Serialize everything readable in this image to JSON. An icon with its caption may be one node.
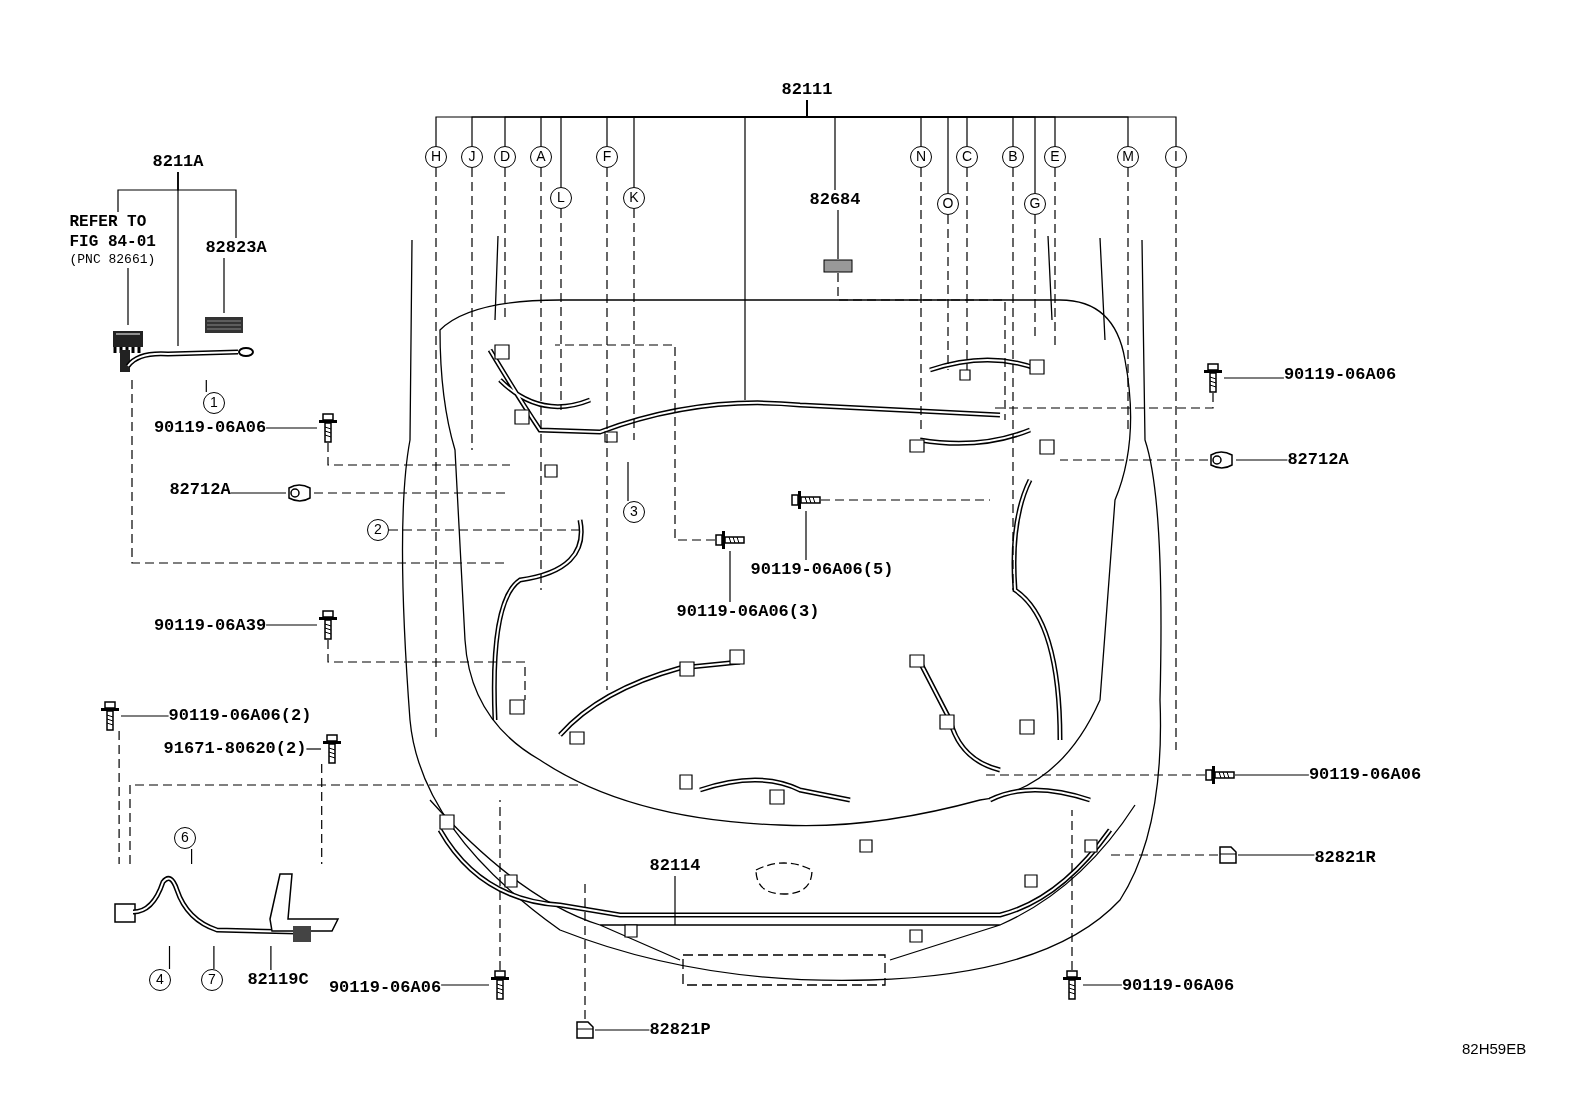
{
  "diagram": {
    "nodes": [
      {
        "text": [
          "82111"
        ]
      },
      {
        "text": [
          "H"
        ]
      },
      {
        "text": [
          "J"
        ]
      },
      {
        "text": [
          "D"
        ]
      },
      {
        "text": [
          "A"
        ]
      },
      {
        "text": [
          "L"
        ]
      },
      {
        "text": [
          "F"
        ]
      },
      {
        "text": [
          "K"
        ]
      },
      {
        "text": [
          "N"
        ]
      },
      {
        "text": [
          "O"
        ]
      },
      {
        "text": [
          "C"
        ]
      },
      {
        "text": [
          "B"
        ]
      },
      {
        "text": [
          "G"
        ]
      },
      {
        "text": [
          "E"
        ]
      },
      {
        "text": [
          "M"
        ]
      },
      {
        "text": [
          "I"
        ]
      },
      {
        "text": [
          "8211A"
        ]
      },
      {
        "text": [
          "REFER TO FIG 84-01",
          "(PNC 82661)"
        ]
      },
      {
        "text": [
          "82823A"
        ]
      },
      {
        "text": [],
        "shape": "picture"
      },
      {
        "text": [],
        "shape": "picture"
      },
      {
        "text": [],
        "shape": "picture"
      },
      {
        "text": [
          "1"
        ]
      },
      {
        "text": [
          "90119-06A06"
        ]
      },
      {
        "text": [],
        "shape": "picture"
      },
      {
        "text": [
          "82712A"
        ]
      },
      {
        "text": [],
        "shape": "picture"
      },
      {
        "text": [
          "2"
        ]
      },
      {
        "text": [
          "3"
        ]
      },
      {
        "text": [
          "90119-06A39"
        ]
      },
      {
        "text": [],
        "shape": "picture"
      },
      {
        "text": [
          "90119-06A06(2)"
        ]
      },
      {
        "text": [],
        "shape": "picture"
      },
      {
        "text": [
          "91671-80620(2)"
        ]
      },
      {
        "text": [],
        "shape": "picture"
      },
      {
        "text": [],
        "shape": "picture"
      },
      {
        "text": [
          "6"
        ]
      },
      {
        "text": [
          "4"
        ]
      },
      {
        "text": [
          "7"
        ]
      },
      {
        "text": [
          "82119C"
        ]
      },
      {
        "text": [],
        "shape": "picture"
      },
      {
        "text": [
          "90119-06A06(3)"
        ]
      },
      {
        "text": [],
        "shape": "picture"
      },
      {
        "text": [
          "90119-06A06(5)"
        ]
      },
      {
        "text": [
          "82114"
        ]
      },
      {
        "text": [],
        "shape": "picture"
      },
      {
        "text": [
          "90119-06A06"
        ]
      },
      {
        "text": [],
        "shape": "picture"
      },
      {
        "text": [
          "82712A"
        ]
      },
      {
        "text": [],
        "shape": "picture"
      },
      {
        "text": [
          "90119-06A06"
        ]
      },
      {
        "text": [],
        "shape": "picture"
      },
      {
        "text": [
          "82821R"
        ]
      },
      {
        "text": [
          "90119-06A06"
        ]
      },
      {
        "text": [],
        "shape": "picture"
      },
      {
        "text": [],
        "shape": "picture"
      },
      {
        "text": [
          "90119-06A06"
        ]
      },
      {
        "text": [],
        "shape": "picture"
      },
      {
        "text": [
          "82821P"
        ]
      },
      {
        "text": [
          "82684"
        ]
      },
      {
        "text": [],
        "shape": "box"
      }
    ],
    "edges": [
      {
        "from": 0,
        "to": 1,
        "arrow": "none"
      },
      {
        "from": 0,
        "to": 2,
        "arrow": "none"
      },
      {
        "from": 0,
        "to": 3,
        "arrow": "none"
      },
      {
        "from": 0,
        "to": 4,
        "arrow": "none"
      },
      {
        "from": 0,
        "to": 5,
        "arrow": "none"
      },
      {
        "from": 0,
        "to": 6,
        "arrow": "none"
      },
      {
        "from": 0,
        "to": 7,
        "arrow": "none"
      },
      {
        "from": 0,
        "to": 8,
        "arrow": "none"
      },
      {
        "from": 0,
        "to": 9,
        "arrow": "none"
      },
      {
        "from": 0,
        "to": 10,
        "arrow": "none"
      },
      {
        "from": 0,
        "to": 11,
        "arrow": "none"
      },
      {
        "from": 0,
        "to": 12,
        "arrow": "none"
      },
      {
        "from": 0,
        "to": 13,
        "arrow": "none"
      },
      {
        "from": 0,
        "to": 14,
        "arrow": "none"
      },
      {
        "from": 0,
        "to": 15,
        "arrow": "none"
      },
      {
        "from": 1,
        "to": null,
        "arrow": "none",
        "style": "dashed"
      },
      {
        "from": 2,
        "to": null,
        "arrow": "none",
        "style": "dashed"
      },
      {
        "from": 3,
        "to": null,
        "arrow": "none",
        "style": "dashed"
      },
      {
        "from": 4,
        "to": null,
        "arrow": "none",
        "style": "dashed"
      },
      {
        "from": 5,
        "to": null,
        "arrow": "none",
        "style": "dashed"
      },
      {
        "from": 6,
        "to": null,
        "arrow": "none",
        "style": "dashed"
      },
      {
        "from": 7,
        "to": null,
        "arrow": "none",
        "style": "dashed"
      },
      {
        "from": 8,
        "to": null,
        "arrow": "none",
        "style": "dashed"
      },
      {
        "from": 9,
        "to": null,
        "arrow": "none",
        "style": "dashed"
      },
      {
        "from": 10,
        "to": null,
        "arrow": "none",
        "style": "dashed"
      },
      {
        "from": 11,
        "to": null,
        "arrow": "none",
        "style": "dashed"
      },
      {
        "from": 12,
        "to": null,
        "arrow": "none",
        "style": "dashed"
      },
      {
        "from": 13,
        "to": null,
        "arrow": "none",
        "style": "dashed"
      },
      {
        "from": 14,
        "to": null,
        "arrow": "none",
        "style": "dashed"
      },
      {
        "from": 15,
        "to": null,
        "arrow": "none",
        "style": "dashed"
      },
      {
        "from": 0,
        "to": null,
        "arrow": "none"
      },
      {
        "from": 0,
        "to": 59,
        "arrow": "none"
      },
      {
        "from": 59,
        "to": 60,
        "arrow": "none"
      },
      {
        "from": 60,
        "to": null,
        "arrow": "none",
        "style": "dashed"
      },
      {
        "from": 16,
        "to": 17,
        "arrow": "none"
      },
      {
        "from": 16,
        "to": 20,
        "arrow": "none"
      },
      {
        "from": 16,
        "to": 18,
        "arrow": "none"
      },
      {
        "from": 17,
        "to": 19,
        "arrow": "none"
      },
      {
        "from": 18,
        "to": 21,
        "arrow": "none"
      },
      {
        "from": 22,
        "to": 20,
        "arrow": "none"
      },
      {
        "from": 20,
        "to": null,
        "arrow": "none",
        "style": "dashed"
      },
      {
        "from": 23,
        "to": 24,
        "arrow": "none"
      },
      {
        "from": 24,
        "to": null,
        "arrow": "none",
        "style": "dashed"
      },
      {
        "from": 25,
        "to": 26,
        "arrow": "none"
      },
      {
        "from": 26,
        "to": null,
        "arrow": "none",
        "style": "dashed"
      },
      {
        "from": 27,
        "to": null,
        "arrow": "none",
        "style": "dashed"
      },
      {
        "from": 28,
        "to": null,
        "arrow": "none"
      },
      {
        "from": 29,
        "to": 30,
        "arrow": "none"
      },
      {
        "from": 30,
        "to": null,
        "arrow": "none",
        "style": "dashed"
      },
      {
        "from": 31,
        "to": 32,
        "arrow": "none"
      },
      {
        "from": 32,
        "to": 35,
        "arrow": "none",
        "style": "dashed"
      },
      {
        "from": 33,
        "to": 34,
        "arrow": "none"
      },
      {
        "from": 34,
        "to": 35,
        "arrow": "none",
        "style": "dashed"
      },
      {
        "from": 35,
        "to": null,
        "arrow": "none",
        "style": "dashed"
      },
      {
        "from": 36,
        "to": 35,
        "arrow": "none"
      },
      {
        "from": 37,
        "to": 35,
        "arrow": "none"
      },
      {
        "from": 38,
        "to": 35,
        "arrow": "none"
      },
      {
        "from": 39,
        "to": 35,
        "arrow": "none"
      },
      {
        "from": 41,
        "to": 40,
        "arrow": "none"
      },
      {
        "from": 40,
        "to": null,
        "arrow": "none",
        "style": "dashed"
      },
      {
        "from": 43,
        "to": 42,
        "arrow": "none"
      },
      {
        "from": 42,
        "to": null,
        "arrow": "none",
        "style": "dashed"
      },
      {
        "from": 44,
        "to": null,
        "arrow": "none"
      },
      {
        "from": 46,
        "to": 45,
        "arrow": "none"
      },
      {
        "from": 45,
        "to": null,
        "arrow": "none",
        "style": "dashed"
      },
      {
        "from": 48,
        "to": 47,
        "arrow": "none"
      },
      {
        "from": 47,
        "to": null,
        "arrow": "none",
        "style": "dashed"
      },
      {
        "from": 50,
        "to": 49,
        "arrow": "none"
      },
      {
        "from": 49,
        "to": null,
        "arrow": "none",
        "style": "dashed"
      },
      {
        "from": 52,
        "to": 51,
        "arrow": "none"
      },
      {
        "from": 51,
        "to": null,
        "arrow": "none",
        "style": "dashed"
      },
      {
        "from": 53,
        "to": 54,
        "arrow": "none"
      },
      {
        "from": 54,
        "to": null,
        "arrow": "none",
        "style": "dashed"
      },
      {
        "from": 56,
        "to": 55,
        "arrow": "none"
      },
      {
        "from": 55,
        "to": null,
        "arrow": "none",
        "style": "dashed"
      },
      {
        "from": 58,
        "to": 57,
        "arrow": "none"
      },
      {
        "from": 57,
        "to": null,
        "arrow": "none",
        "style": "dashed"
      }
    ],
    "labels": [
      "82H59EB"
    ]
  }
}
